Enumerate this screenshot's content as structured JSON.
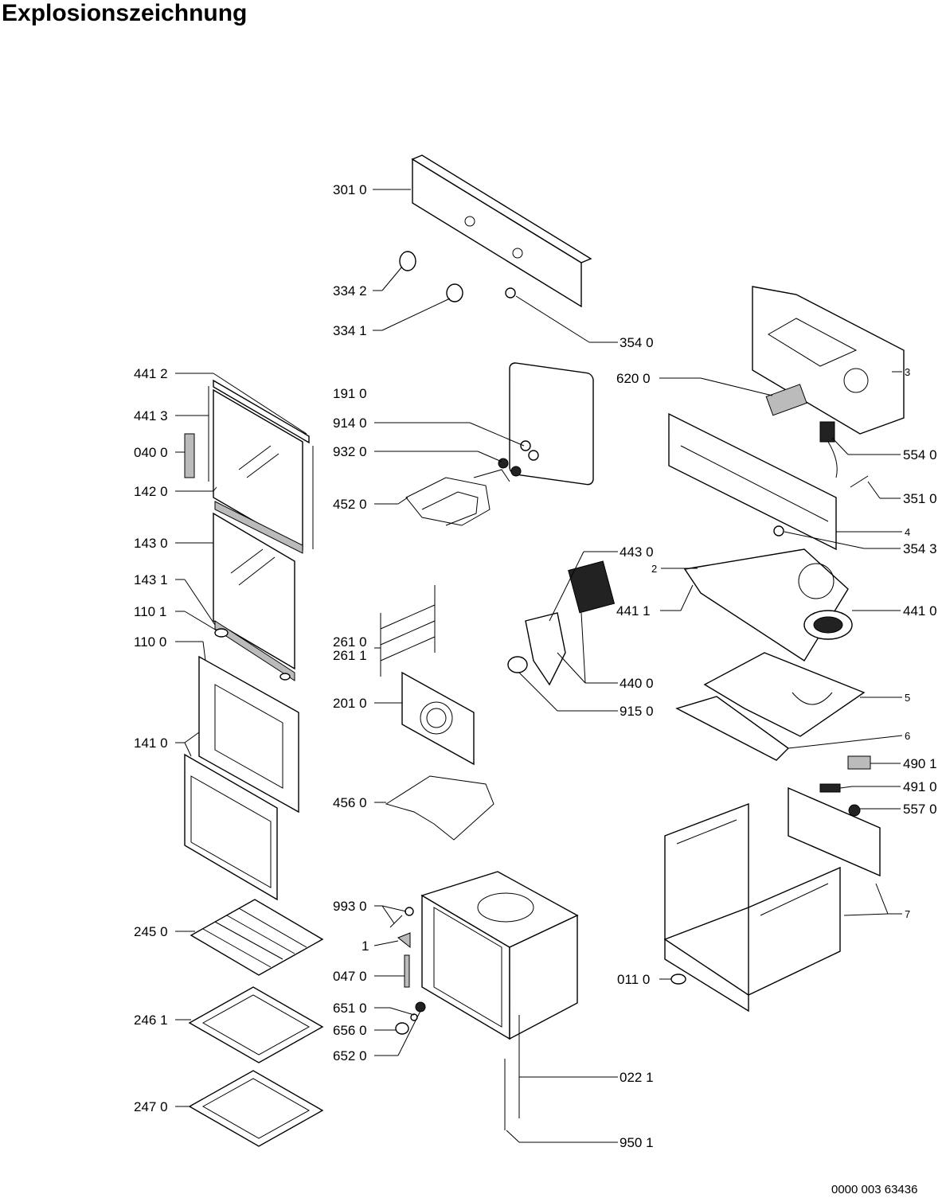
{
  "title": "Explosionszeichnung",
  "document_number": "0000 003 63436",
  "labels": {
    "l3010": "301 0",
    "l3342": "334 2",
    "l3341": "334 1",
    "l3540": "354 0",
    "l4412": "441 2",
    "l4413": "441 3",
    "l0400": "040 0",
    "l1420": "142 0",
    "l1430": "143 0",
    "l1431": "143 1",
    "l1101": "110 1",
    "l1100": "110 0",
    "l1410": "141 0",
    "l2450": "245 0",
    "l2461": "246 1",
    "l2470": "247 0",
    "l1910": "191 0",
    "l9140": "914 0",
    "l9320": "932 0",
    "l4520": "452 0",
    "l2610": "261 0",
    "l2611": "261 1",
    "l2010": "201 0",
    "l4560": "456 0",
    "l9930": "993 0",
    "l1": "1",
    "l0470": "047 0",
    "l6510": "651 0",
    "l6560": "656 0",
    "l6520": "652 0",
    "l0221": "022 1",
    "l9501": "950 1",
    "l6200": "620 0",
    "l3": "3",
    "l5540": "554 0",
    "l3510": "351 0",
    "l4": "4",
    "l3543": "354 3",
    "l4430": "443 0",
    "l2": "2",
    "l4411": "441 1",
    "l4410": "441 0",
    "l4400": "440 0",
    "l9150": "915 0",
    "l5": "5",
    "l6": "6",
    "l4901": "490 1",
    "l4910": "491 0",
    "l5570": "557 0",
    "l7": "7",
    "l0110": "011 0"
  }
}
